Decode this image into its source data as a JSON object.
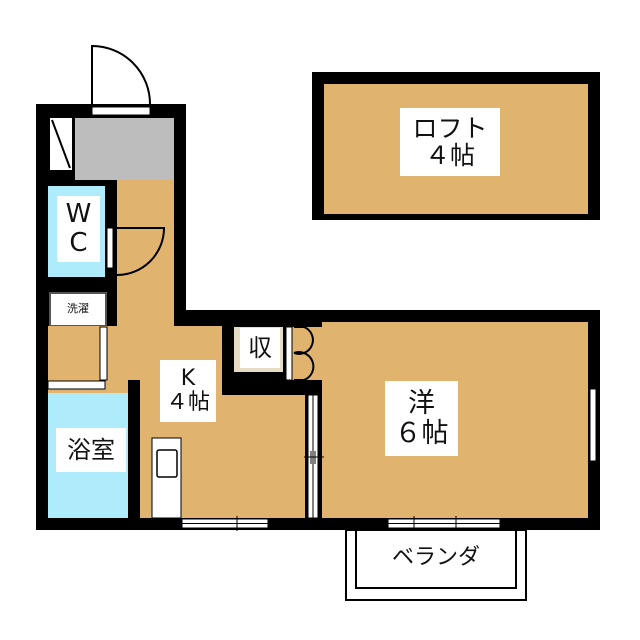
{
  "colors": {
    "floor": "#E0B46E",
    "wet": "#AEEBFB",
    "entrance": "#BDBDBD",
    "wall": "#000000"
  },
  "rooms": {
    "loft": {
      "name": "ロフト",
      "size": "４帖"
    },
    "wc": {
      "line1": "W",
      "line2": "C"
    },
    "laundry": {
      "name": "洗濯"
    },
    "storage": {
      "name": "収"
    },
    "kitchen": {
      "name": "K",
      "size": "４帖"
    },
    "western": {
      "name": "洋",
      "size": "６帖"
    },
    "bath": {
      "name": "浴室"
    },
    "veranda": {
      "name": "ベランダ"
    }
  }
}
